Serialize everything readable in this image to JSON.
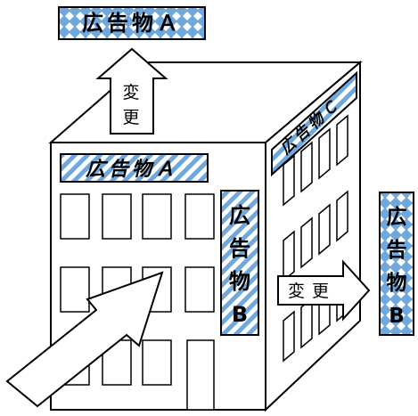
{
  "sign_a_moved": "広告物Ａ",
  "arrow_up": {
    "char1": "変",
    "char2": "更"
  },
  "sign_a_on_building": "広告物Ａ",
  "sign_c_on_building": "広告物Ｃ",
  "sign_b_on_building": {
    "c1": "広",
    "c2": "告",
    "c3": "物",
    "c4": "B"
  },
  "arrow_right": {
    "text": "変更"
  },
  "sign_b_moved": {
    "c1": "広",
    "c2": "告",
    "c3": "物",
    "c4": "B"
  },
  "colors": {
    "pattern_blue": "#6fa8dc",
    "pattern_white": "#ffffff",
    "outline": "#000000"
  }
}
